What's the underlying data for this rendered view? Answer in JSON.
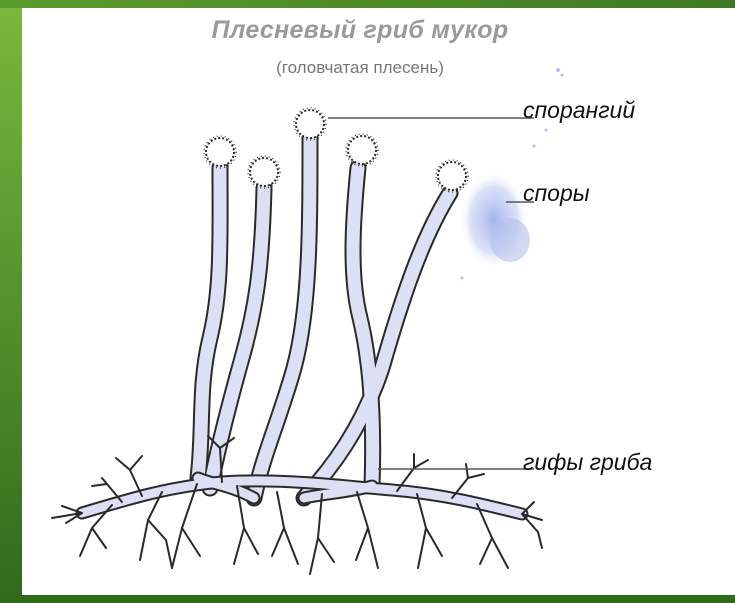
{
  "diagram": {
    "title": "Плесневый гриб мукор",
    "subtitle": "(головчатая плесень)",
    "labels": {
      "sporangium": "спорангий",
      "spores": "споры",
      "hyphae": "гифы гриба"
    }
  },
  "colors": {
    "hypha_fill": "#dde0f4",
    "outline": "#2a2a2a",
    "spores": "#a9b6ea",
    "title_gray": "#9a9a9a",
    "background_green": "#5a9a30"
  }
}
